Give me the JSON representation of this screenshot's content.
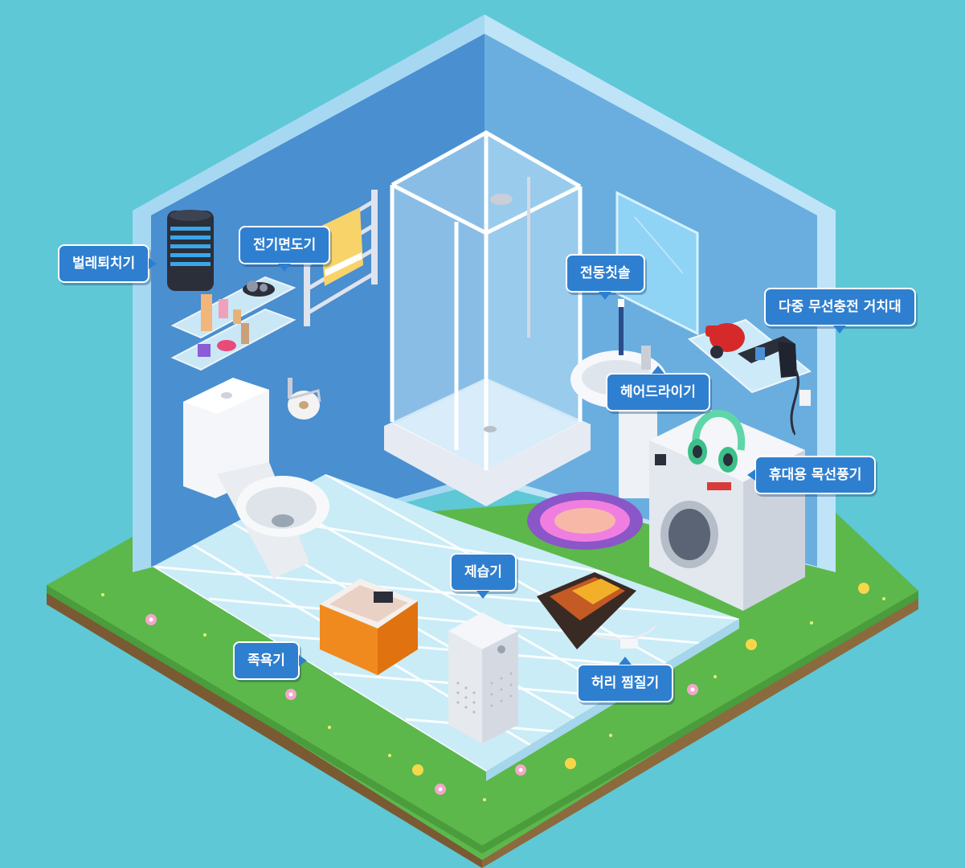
{
  "colors": {
    "background": "#5ec8d6",
    "callout_fill": "#2f7fd0",
    "callout_text": "#ffffff",
    "wall_left": "#4a8fd0",
    "wall_right": "#6aaee0",
    "floor_tile": "#c9ecf7",
    "grass": "#5cb84a",
    "dirt": "#8b6a3e"
  },
  "labels": {
    "bug_repeller": "벌레퇴치기",
    "electric_shaver": "전기면도기",
    "electric_toothbrush": "전동칫솔",
    "multi_wireless_charger": "다중 무선충전 거치대",
    "hair_dryer": "헤어드라이기",
    "portable_neck_fan": "휴대용 목선풍기",
    "dehumidifier": "제습기",
    "foot_bath": "족욕기",
    "waist_heating_pad": "허리 찜질기"
  },
  "icons": [
    "bug-repeller-icon",
    "shaver-icon",
    "toothbrush-icon",
    "wireless-charger-icon",
    "hair-dryer-icon",
    "neck-fan-icon",
    "dehumidifier-icon",
    "foot-bath-icon",
    "heating-pad-icon",
    "toilet-icon",
    "shower-booth-icon",
    "sink-icon",
    "washing-machine-icon",
    "towel-rack-icon",
    "bath-mat-icon",
    "shelf-icon",
    "mirror-icon",
    "toilet-paper-icon"
  ]
}
